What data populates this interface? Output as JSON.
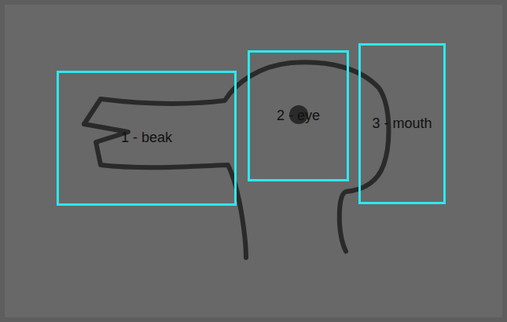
{
  "diagram": {
    "nodes": [
      {
        "text": [
          "1 - beak"
        ]
      },
      {
        "text": [
          "2 - eye"
        ]
      },
      {
        "text": [
          "3 - mouth"
        ]
      }
    ]
  }
}
